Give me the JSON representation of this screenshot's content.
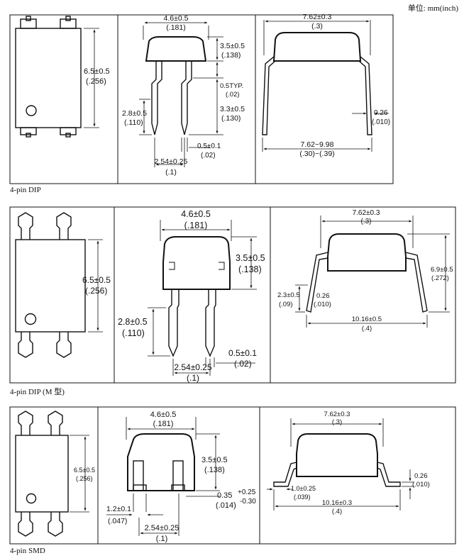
{
  "unit_note": "单位: mm(inch)",
  "sections": [
    {
      "caption": "4-pin DIP",
      "top_view": {
        "height": "6.5±0.5",
        "height_in": "(.256)"
      },
      "front_view": {
        "body_width": "4.6±0.5",
        "body_width_in": "(.181)",
        "body_height": "3.5±0.5",
        "body_height_in": "(.138)",
        "standoff": "0.5TYP.",
        "standoff_in": "(.02)",
        "lead_length": "3.3±0.5",
        "lead_length_in": "(.130)",
        "seat_height": "2.8±0.5",
        "seat_height_in": "(.110)",
        "lead_width": "0.5±0.1",
        "lead_width_in": "(.02)",
        "pitch": "2.54±0.25",
        "pitch_in": "(.1)"
      },
      "side_view": {
        "body_width": "7.62±0.3",
        "body_width_in": "(.3)",
        "lead_thickness": "0.26",
        "lead_thickness_in": "(.010)",
        "lead_span": "7.62~9.98",
        "lead_span_in": "(.30)~(.39)"
      }
    },
    {
      "caption": "4-pin DIP (M 型)",
      "top_view": {
        "height": "6.5±0.5",
        "height_in": "(.256)"
      },
      "front_view": {
        "body_width": "4.6±0.5",
        "body_width_in": "(.181)",
        "body_height": "3.5±0.5",
        "body_height_in": "(.138)",
        "seat_height": "2.8±0.5",
        "seat_height_in": "(.110)",
        "lead_width": "0.5±0.1",
        "lead_width_in": "(.02)",
        "pitch": "2.54±0.25",
        "pitch_in": "(.1)"
      },
      "side_view": {
        "body_width": "7.62±0.3",
        "body_width_in": "(.3)",
        "overall_height": "6.9±0.5",
        "overall_height_in": "(.272)",
        "lead_height": "2.3±0.5",
        "lead_height_in": "(.09)",
        "lead_thickness": "0.26",
        "lead_thickness_in": "(.010)",
        "lead_span": "10.16±0.5",
        "lead_span_in": "(.4)"
      }
    },
    {
      "caption": "4-pin SMD",
      "top_view": {
        "height": "6.5±0.5",
        "height_in": "(.256)"
      },
      "front_view": {
        "body_width": "4.6±0.5",
        "body_width_in": "(.181)",
        "body_height": "3.5±0.5",
        "body_height_in": "(.138)",
        "standoff": "0.35",
        "standoff_tol_plus": "+0.25",
        "standoff_tol_minus": "-0.30",
        "standoff_in": "(.014)",
        "lead_width": "1.2±0.1",
        "lead_width_in": "(.047)",
        "pitch": "2.54±0.25",
        "pitch_in": "(.1)"
      },
      "side_view": {
        "body_width": "7.62±0.3",
        "body_width_in": "(.3)",
        "lead_thickness": "0.26",
        "lead_thickness_in": "(.010)",
        "foot_length": "1.0±0.25",
        "foot_length_in": "(.039)",
        "lead_span": "10.16±0.3",
        "lead_span_in": "(.4)"
      }
    }
  ]
}
